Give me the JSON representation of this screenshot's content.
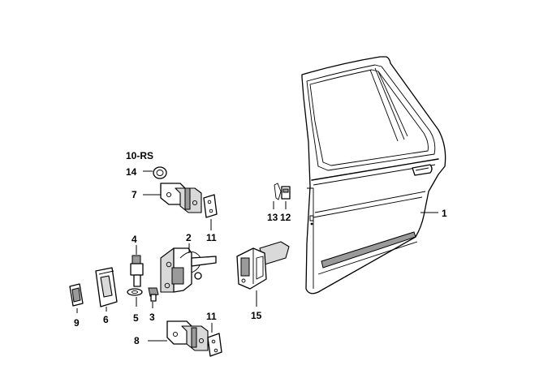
{
  "diagram": {
    "labels": {
      "door": "1",
      "check_strap": "2",
      "screw_3": "3",
      "bolt_4": "4",
      "washer_5": "5",
      "handle_6": "6",
      "hinge_upper": "7",
      "hinge_lower": "8",
      "cover_9": "9",
      "repair_set": "10-RS",
      "plate_upper": "11",
      "plate_lower": "11",
      "clip_12": "12",
      "clip_13": "13",
      "plug_14": "14",
      "buffer_15": "15"
    }
  }
}
